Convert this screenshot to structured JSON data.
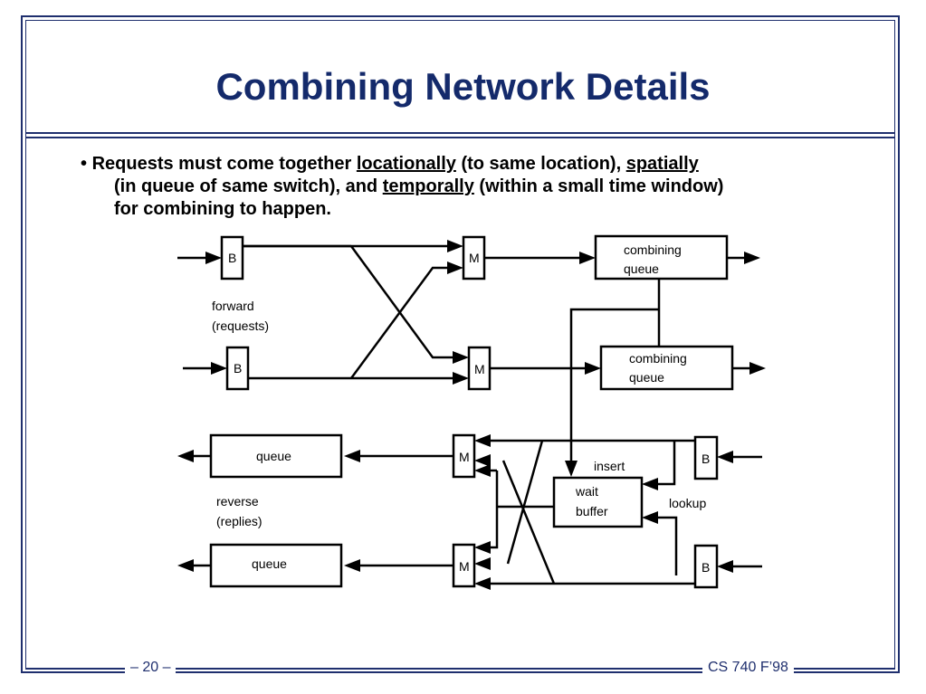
{
  "title": "Combining Network Details",
  "bullet": {
    "marker": "•",
    "text1": "Requests must come together ",
    "u1": "locationally",
    "text2": " (to same location), ",
    "u2": "spatially",
    "text3": "(in queue of same switch), and ",
    "u3": "temporally",
    "text4": " (within a small time window)",
    "text5": "for combining to happen."
  },
  "diagram": {
    "b_label": "B",
    "m_label": "M",
    "combining_queue_line1": "combining",
    "combining_queue_line2": "queue",
    "forward_label_line1": "forward",
    "forward_label_line2": "(requests)",
    "queue_label": "queue",
    "reverse_label_line1": "reverse",
    "reverse_label_line2": "(replies)",
    "insert_label": "insert",
    "lookup_label": "lookup",
    "wait_buffer_line1": "wait",
    "wait_buffer_line2": "buffer"
  },
  "footer": {
    "page": "– 20 –",
    "course": "CS 740 F’98"
  }
}
